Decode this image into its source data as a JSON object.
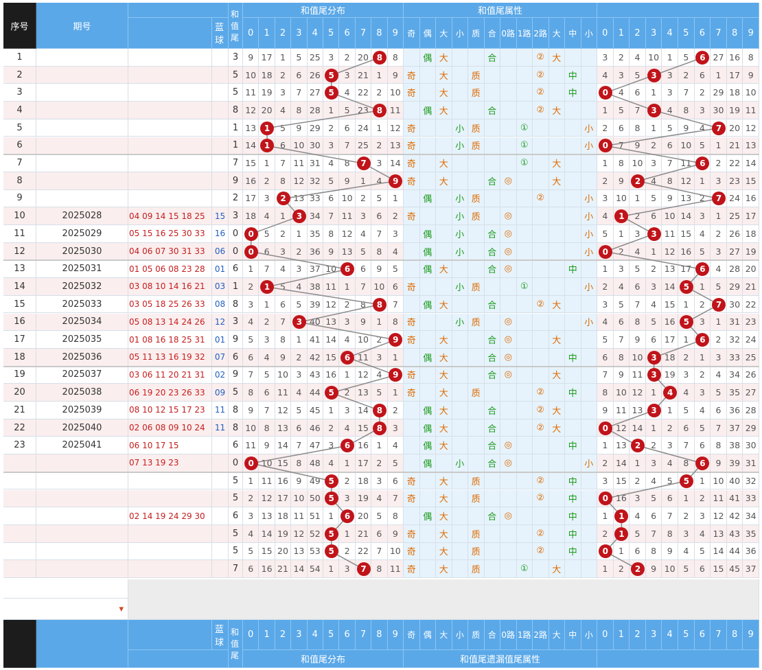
{
  "header": {
    "seq": "序号",
    "period": "期号",
    "blue": "蓝球",
    "sum_tail": "和值尾",
    "dist_title": "和值尾分布",
    "attr_title": "和值尾属性",
    "footer_dist_title": "和值尾分布",
    "footer_attr_title": "和值尾遗漏值尾属性",
    "digits": [
      "0",
      "1",
      "2",
      "3",
      "4",
      "5",
      "6",
      "7",
      "8",
      "9"
    ],
    "attrs": [
      "奇",
      "偶",
      "大",
      "小",
      "质",
      "合",
      "0路",
      "1路",
      "2路",
      "大",
      "中",
      "小"
    ]
  },
  "rows": [
    {
      "seq": "1",
      "period": "",
      "reds": "",
      "blue": "",
      "tail": 3,
      "dist": [
        9,
        17,
        1,
        5,
        25,
        3,
        2,
        20,
        null,
        8
      ],
      "odd": "",
      "even": "偶",
      "big": "大",
      "small": "",
      "prime": "",
      "comp": "合",
      "r0": "",
      "r1": "",
      "r2": "②",
      "zbig": "大",
      "zmid": "",
      "zsmall": "",
      "miss": [
        3,
        2,
        4,
        10,
        1,
        5,
        null,
        27,
        16,
        8
      ]
    },
    {
      "seq": "2",
      "period": "",
      "reds": "",
      "blue": "",
      "tail": 5,
      "dist": [
        10,
        18,
        2,
        6,
        26,
        null,
        3,
        21,
        1,
        9
      ],
      "odd": "奇",
      "even": "",
      "big": "大",
      "small": "",
      "prime": "质",
      "comp": "",
      "r0": "",
      "r1": "",
      "r2": "②",
      "zbig": "",
      "zmid": "中",
      "zsmall": "",
      "miss": [
        4,
        3,
        5,
        null,
        3,
        2,
        6,
        1,
        17,
        9
      ]
    },
    {
      "seq": "3",
      "period": "",
      "reds": "",
      "blue": "",
      "tail": 5,
      "dist": [
        11,
        19,
        3,
        7,
        27,
        null,
        4,
        22,
        2,
        10
      ],
      "odd": "奇",
      "even": "",
      "big": "大",
      "small": "",
      "prime": "质",
      "comp": "",
      "r0": "",
      "r1": "",
      "r2": "②",
      "zbig": "",
      "zmid": "中",
      "zsmall": "",
      "miss": [
        null,
        4,
        6,
        1,
        3,
        7,
        2,
        29,
        18,
        10
      ]
    },
    {
      "seq": "4",
      "period": "",
      "reds": "",
      "blue": "",
      "tail": 8,
      "dist": [
        12,
        20,
        4,
        8,
        28,
        1,
        5,
        23,
        null,
        11
      ],
      "odd": "",
      "even": "偶",
      "big": "大",
      "small": "",
      "prime": "",
      "comp": "合",
      "r0": "",
      "r1": "",
      "r2": "②",
      "zbig": "大",
      "zmid": "",
      "zsmall": "",
      "miss": [
        1,
        5,
        7,
        null,
        4,
        8,
        3,
        30,
        19,
        11
      ]
    },
    {
      "seq": "5",
      "period": "",
      "reds": "",
      "blue": "",
      "tail": 1,
      "dist": [
        13,
        null,
        5,
        9,
        29,
        2,
        6,
        24,
        1,
        12
      ],
      "odd": "奇",
      "even": "",
      "big": "",
      "small": "小",
      "prime": "质",
      "comp": "",
      "r0": "",
      "r1": "①",
      "r2": "",
      "zbig": "",
      "zmid": "",
      "zsmall": "小",
      "miss": [
        2,
        6,
        8,
        1,
        5,
        9,
        4,
        null,
        20,
        12
      ]
    },
    {
      "seq": "6",
      "period": "",
      "reds": "",
      "blue": "",
      "tail": 1,
      "dist": [
        14,
        null,
        6,
        10,
        30,
        3,
        7,
        25,
        2,
        13
      ],
      "odd": "奇",
      "even": "",
      "big": "",
      "small": "小",
      "prime": "质",
      "comp": "",
      "r0": "",
      "r1": "①",
      "r2": "",
      "zbig": "",
      "zmid": "",
      "zsmall": "小",
      "miss": [
        null,
        7,
        9,
        2,
        6,
        10,
        5,
        1,
        21,
        13
      ]
    },
    {
      "seq": "7",
      "period": "",
      "reds": "",
      "blue": "",
      "tail": 7,
      "dist": [
        15,
        1,
        7,
        11,
        31,
        4,
        8,
        null,
        3,
        14
      ],
      "odd": "奇",
      "even": "",
      "big": "大",
      "small": "",
      "prime": "",
      "comp": "",
      "r0": "",
      "r1": "①",
      "r2": "",
      "zbig": "大",
      "zmid": "",
      "zsmall": "",
      "miss": [
        1,
        8,
        10,
        3,
        7,
        11,
        null,
        2,
        22,
        14
      ]
    },
    {
      "seq": "8",
      "period": "",
      "reds": "",
      "blue": "",
      "tail": 9,
      "dist": [
        16,
        2,
        8,
        12,
        32,
        5,
        9,
        1,
        4,
        null
      ],
      "odd": "奇",
      "even": "",
      "big": "大",
      "small": "",
      "prime": "",
      "comp": "合",
      "r0": "◎",
      "r1": "",
      "r2": "",
      "zbig": "大",
      "zmid": "",
      "zsmall": "",
      "miss": [
        2,
        9,
        null,
        4,
        8,
        12,
        1,
        3,
        23,
        15
      ]
    },
    {
      "seq": "9",
      "period": "",
      "reds": "",
      "blue": "",
      "tail": 2,
      "dist": [
        17,
        3,
        null,
        13,
        33,
        6,
        10,
        2,
        5,
        1
      ],
      "odd": "",
      "even": "偶",
      "big": "",
      "small": "小",
      "prime": "质",
      "comp": "",
      "r0": "",
      "r1": "",
      "r2": "②",
      "zbig": "",
      "zmid": "",
      "zsmall": "小",
      "miss": [
        3,
        10,
        1,
        5,
        9,
        13,
        2,
        null,
        24,
        16
      ]
    },
    {
      "seq": "10",
      "period": "2025028",
      "reds": "04 09 14 15 18 25",
      "blue": "15",
      "tail": 3,
      "dist": [
        18,
        4,
        1,
        null,
        34,
        7,
        11,
        3,
        6,
        2
      ],
      "odd": "奇",
      "even": "",
      "big": "",
      "small": "小",
      "prime": "质",
      "comp": "",
      "r0": "◎",
      "r1": "",
      "r2": "",
      "zbig": "",
      "zmid": "",
      "zsmall": "小",
      "miss": [
        4,
        null,
        2,
        6,
        10,
        14,
        3,
        1,
        25,
        17
      ]
    },
    {
      "seq": "11",
      "period": "2025029",
      "reds": "05 15 16 25 30 33",
      "blue": "16",
      "tail": 0,
      "dist": [
        null,
        5,
        2,
        1,
        35,
        8,
        12,
        4,
        7,
        3
      ],
      "odd": "",
      "even": "偶",
      "big": "",
      "small": "小",
      "prime": "",
      "comp": "合",
      "r0": "◎",
      "r1": "",
      "r2": "",
      "zbig": "",
      "zmid": "",
      "zsmall": "小",
      "miss": [
        5,
        1,
        3,
        null,
        11,
        15,
        4,
        2,
        26,
        18
      ]
    },
    {
      "seq": "12",
      "period": "2025030",
      "reds": "04 06 07 30 31 33",
      "blue": "06",
      "tail": 0,
      "dist": [
        null,
        6,
        3,
        2,
        36,
        9,
        13,
        5,
        8,
        4
      ],
      "odd": "",
      "even": "偶",
      "big": "",
      "small": "小",
      "prime": "",
      "comp": "合",
      "r0": "◎",
      "r1": "",
      "r2": "",
      "zbig": "",
      "zmid": "",
      "zsmall": "小",
      "miss": [
        null,
        2,
        4,
        1,
        12,
        16,
        5,
        3,
        27,
        19
      ]
    },
    {
      "seq": "13",
      "period": "2025031",
      "reds": "01 05 06 08 23 28",
      "blue": "01",
      "tail": 6,
      "dist": [
        1,
        7,
        4,
        3,
        37,
        10,
        null,
        6,
        9,
        5
      ],
      "odd": "",
      "even": "偶",
      "big": "大",
      "small": "",
      "prime": "",
      "comp": "合",
      "r0": "◎",
      "r1": "",
      "r2": "",
      "zbig": "",
      "zmid": "中",
      "zsmall": "",
      "miss": [
        1,
        3,
        5,
        2,
        13,
        17,
        null,
        4,
        28,
        20
      ]
    },
    {
      "seq": "14",
      "period": "2025032",
      "reds": "03 08 10 14 16 21",
      "blue": "03",
      "tail": 1,
      "dist": [
        2,
        null,
        5,
        4,
        38,
        11,
        1,
        7,
        10,
        6
      ],
      "odd": "奇",
      "even": "",
      "big": "",
      "small": "小",
      "prime": "质",
      "comp": "",
      "r0": "",
      "r1": "①",
      "r2": "",
      "zbig": "",
      "zmid": "",
      "zsmall": "小",
      "miss": [
        2,
        4,
        6,
        3,
        14,
        null,
        1,
        5,
        29,
        21
      ]
    },
    {
      "seq": "15",
      "period": "2025033",
      "reds": "03 05 18 25 26 33",
      "blue": "08",
      "tail": 8,
      "dist": [
        3,
        1,
        6,
        5,
        39,
        12,
        2,
        8,
        null,
        7
      ],
      "odd": "",
      "even": "偶",
      "big": "大",
      "small": "",
      "prime": "",
      "comp": "合",
      "r0": "",
      "r1": "",
      "r2": "②",
      "zbig": "大",
      "zmid": "",
      "zsmall": "",
      "miss": [
        3,
        5,
        7,
        4,
        15,
        1,
        2,
        null,
        30,
        22
      ]
    },
    {
      "seq": "16",
      "period": "2025034",
      "reds": "05 08 13 14 24 26",
      "blue": "12",
      "tail": 3,
      "dist": [
        4,
        2,
        7,
        null,
        40,
        13,
        3,
        9,
        1,
        8
      ],
      "odd": "奇",
      "even": "",
      "big": "",
      "small": "小",
      "prime": "质",
      "comp": "",
      "r0": "◎",
      "r1": "",
      "r2": "",
      "zbig": "",
      "zmid": "",
      "zsmall": "小",
      "miss": [
        4,
        6,
        8,
        5,
        16,
        null,
        3,
        1,
        31,
        23
      ]
    },
    {
      "seq": "17",
      "period": "2025035",
      "reds": "01 08 16 18 25 31",
      "blue": "01",
      "tail": 9,
      "dist": [
        5,
        3,
        8,
        1,
        41,
        14,
        4,
        10,
        2,
        null
      ],
      "odd": "奇",
      "even": "",
      "big": "大",
      "small": "",
      "prime": "",
      "comp": "合",
      "r0": "◎",
      "r1": "",
      "r2": "",
      "zbig": "大",
      "zmid": "",
      "zsmall": "",
      "miss": [
        5,
        7,
        9,
        6,
        17,
        1,
        null,
        2,
        32,
        24
      ]
    },
    {
      "seq": "18",
      "period": "2025036",
      "reds": "05 11 13 16 19 32",
      "blue": "07",
      "tail": 6,
      "dist": [
        6,
        4,
        9,
        2,
        42,
        15,
        null,
        11,
        3,
        1
      ],
      "odd": "",
      "even": "偶",
      "big": "大",
      "small": "",
      "prime": "",
      "comp": "合",
      "r0": "◎",
      "r1": "",
      "r2": "",
      "zbig": "",
      "zmid": "中",
      "zsmall": "",
      "miss": [
        6,
        8,
        10,
        null,
        18,
        2,
        1,
        3,
        33,
        25
      ]
    },
    {
      "seq": "19",
      "period": "2025037",
      "reds": "03 06 11 20 21 31",
      "blue": "02",
      "tail": 9,
      "dist": [
        7,
        5,
        10,
        3,
        43,
        16,
        1,
        12,
        4,
        null
      ],
      "odd": "奇",
      "even": "",
      "big": "大",
      "small": "",
      "prime": "",
      "comp": "合",
      "r0": "◎",
      "r1": "",
      "r2": "",
      "zbig": "大",
      "zmid": "",
      "zsmall": "",
      "miss": [
        7,
        9,
        11,
        null,
        19,
        3,
        2,
        4,
        34,
        26
      ]
    },
    {
      "seq": "20",
      "period": "2025038",
      "reds": "06 19 20 23 26 33",
      "blue": "09",
      "tail": 5,
      "dist": [
        8,
        6,
        11,
        4,
        44,
        null,
        2,
        13,
        5,
        1
      ],
      "odd": "奇",
      "even": "",
      "big": "大",
      "small": "",
      "prime": "质",
      "comp": "",
      "r0": "",
      "r1": "",
      "r2": "②",
      "zbig": "",
      "zmid": "中",
      "zsmall": "",
      "miss": [
        8,
        10,
        12,
        1,
        null,
        4,
        3,
        5,
        35,
        27
      ]
    },
    {
      "seq": "21",
      "period": "2025039",
      "reds": "08 10 12 15 17 23",
      "blue": "11",
      "tail": 8,
      "dist": [
        9,
        7,
        12,
        5,
        45,
        1,
        3,
        14,
        null,
        2
      ],
      "odd": "",
      "even": "偶",
      "big": "大",
      "small": "",
      "prime": "",
      "comp": "合",
      "r0": "",
      "r1": "",
      "r2": "②",
      "zbig": "大",
      "zmid": "",
      "zsmall": "",
      "miss": [
        9,
        11,
        13,
        null,
        1,
        5,
        4,
        6,
        36,
        28
      ]
    },
    {
      "seq": "22",
      "period": "2025040",
      "reds": "02 06 08 09 10 24",
      "blue": "11",
      "tail": 8,
      "dist": [
        10,
        8,
        13,
        6,
        46,
        2,
        4,
        15,
        null,
        3
      ],
      "odd": "",
      "even": "偶",
      "big": "大",
      "small": "",
      "prime": "",
      "comp": "合",
      "r0": "",
      "r1": "",
      "r2": "②",
      "zbig": "大",
      "zmid": "",
      "zsmall": "",
      "miss": [
        null,
        12,
        14,
        1,
        2,
        6,
        5,
        7,
        37,
        29
      ]
    },
    {
      "seq": "23",
      "period": "2025041",
      "reds": "06 10 17 15",
      "blue": "",
      "tail": 6,
      "dist": [
        11,
        9,
        14,
        7,
        47,
        3,
        null,
        16,
        1,
        4
      ],
      "odd": "",
      "even": "偶",
      "big": "大",
      "small": "",
      "prime": "",
      "comp": "合",
      "r0": "◎",
      "r1": "",
      "r2": "",
      "zbig": "",
      "zmid": "中",
      "zsmall": "",
      "miss": [
        1,
        13,
        null,
        2,
        3,
        7,
        6,
        8,
        38,
        30
      ]
    },
    {
      "seq": "",
      "period": "",
      "reds": "07 13 19 23",
      "blue": "",
      "tail": 0,
      "dist": [
        null,
        10,
        15,
        8,
        48,
        4,
        1,
        17,
        2,
        5
      ],
      "odd": "",
      "even": "偶",
      "big": "",
      "small": "小",
      "prime": "",
      "comp": "合",
      "r0": "◎",
      "r1": "",
      "r2": "",
      "zbig": "",
      "zmid": "",
      "zsmall": "小",
      "miss": [
        2,
        14,
        1,
        3,
        4,
        8,
        null,
        9,
        39,
        31
      ]
    },
    {
      "seq": "",
      "period": "",
      "reds": "",
      "blue": "",
      "tail": 5,
      "dist": [
        1,
        11,
        16,
        9,
        49,
        null,
        2,
        18,
        3,
        6
      ],
      "odd": "奇",
      "even": "",
      "big": "大",
      "small": "",
      "prime": "质",
      "comp": "",
      "r0": "",
      "r1": "",
      "r2": "②",
      "zbig": "",
      "zmid": "中",
      "zsmall": "",
      "miss": [
        3,
        15,
        2,
        4,
        5,
        null,
        1,
        10,
        40,
        32
      ]
    },
    {
      "seq": "",
      "period": "",
      "reds": "",
      "blue": "",
      "tail": 5,
      "dist": [
        2,
        12,
        17,
        10,
        50,
        null,
        3,
        19,
        4,
        7
      ],
      "odd": "奇",
      "even": "",
      "big": "大",
      "small": "",
      "prime": "质",
      "comp": "",
      "r0": "",
      "r1": "",
      "r2": "②",
      "zbig": "",
      "zmid": "中",
      "zsmall": "",
      "miss": [
        null,
        16,
        3,
        5,
        6,
        1,
        2,
        11,
        41,
        33
      ]
    },
    {
      "seq": "",
      "period": "",
      "reds": "02 14 19 24 29 30",
      "blue": "",
      "tail": 6,
      "dist": [
        3,
        13,
        18,
        11,
        51,
        1,
        null,
        20,
        5,
        8
      ],
      "odd": "",
      "even": "偶",
      "big": "大",
      "small": "",
      "prime": "",
      "comp": "合",
      "r0": "◎",
      "r1": "",
      "r2": "",
      "zbig": "",
      "zmid": "中",
      "zsmall": "",
      "miss": [
        1,
        null,
        4,
        6,
        7,
        2,
        3,
        12,
        42,
        34
      ]
    },
    {
      "seq": "",
      "period": "",
      "reds": "",
      "blue": "",
      "tail": 5,
      "dist": [
        4,
        14,
        19,
        12,
        52,
        null,
        1,
        21,
        6,
        9
      ],
      "odd": "奇",
      "even": "",
      "big": "大",
      "small": "",
      "prime": "质",
      "comp": "",
      "r0": "",
      "r1": "",
      "r2": "②",
      "zbig": "",
      "zmid": "中",
      "zsmall": "",
      "miss": [
        2,
        null,
        5,
        7,
        8,
        3,
        4,
        13,
        43,
        35
      ]
    },
    {
      "seq": "",
      "period": "",
      "reds": "",
      "blue": "",
      "tail": 5,
      "dist": [
        5,
        15,
        20,
        13,
        53,
        null,
        2,
        22,
        7,
        10
      ],
      "odd": "奇",
      "even": "",
      "big": "大",
      "small": "",
      "prime": "质",
      "comp": "",
      "r0": "",
      "r1": "",
      "r2": "②",
      "zbig": "",
      "zmid": "中",
      "zsmall": "",
      "miss": [
        null,
        1,
        6,
        8,
        9,
        4,
        5,
        14,
        44,
        36
      ]
    },
    {
      "seq": "",
      "period": "",
      "reds": "",
      "blue": "",
      "tail": 7,
      "dist": [
        6,
        16,
        21,
        14,
        54,
        1,
        3,
        null,
        8,
        11
      ],
      "odd": "奇",
      "even": "",
      "big": "大",
      "small": "",
      "prime": "质",
      "comp": "",
      "r0": "",
      "r1": "①",
      "r2": "",
      "zbig": "大",
      "zmid": "",
      "zsmall": "",
      "miss": [
        1,
        2,
        null,
        9,
        10,
        5,
        6,
        15,
        45,
        37
      ]
    }
  ],
  "colors": {
    "header_blue": "#5aa8e8",
    "ball_red": "#c0141a",
    "odd_row": "#ffffff",
    "even_row": "#fbeeee",
    "attr_bg": "#e6f3fc"
  }
}
